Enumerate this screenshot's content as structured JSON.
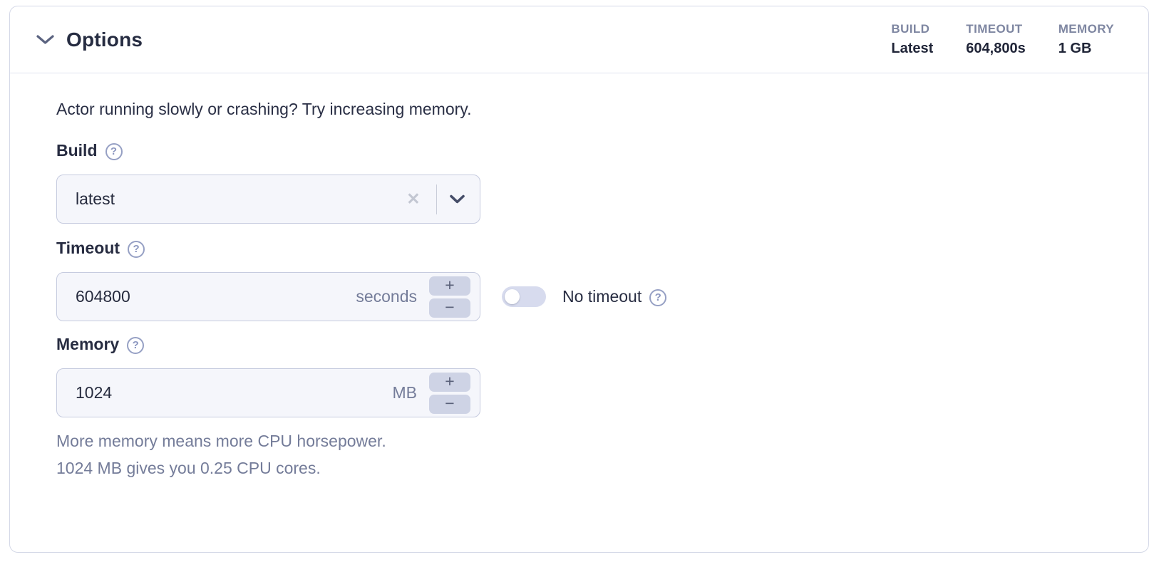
{
  "panel": {
    "title": "Options",
    "intro": "Actor running slowly or crashing? Try increasing memory.",
    "summary": [
      {
        "label": "BUILD",
        "value": "Latest"
      },
      {
        "label": "TIMEOUT",
        "value": "604,800s"
      },
      {
        "label": "MEMORY",
        "value": "1 GB"
      }
    ],
    "fields": {
      "build": {
        "label": "Build",
        "value": "latest"
      },
      "timeout": {
        "label": "Timeout",
        "value": "604800",
        "unit": "seconds",
        "toggle_label": "No timeout",
        "toggle_state": "off"
      },
      "memory": {
        "label": "Memory",
        "value": "1024",
        "unit": "MB",
        "help_line1": "More memory means more CPU horsepower.",
        "help_line2": "1024 MB gives you 0.25 CPU cores."
      }
    },
    "stepper": {
      "increment": "+",
      "decrement": "−"
    },
    "help_icon_glyph": "?",
    "clear_icon_glyph": "✕"
  },
  "colors": {
    "panel_border": "#d4d8e7",
    "header_divider": "#dfe3ef",
    "dark_text": "#262c41",
    "muted_text": "#747c99",
    "summary_label": "#7e86a1",
    "input_background": "#f5f6fb",
    "input_border": "#c6cbdf",
    "stepper_background": "#ced3e5",
    "toggle_background": "#d7dbee",
    "help_icon": "#96a0c4"
  }
}
